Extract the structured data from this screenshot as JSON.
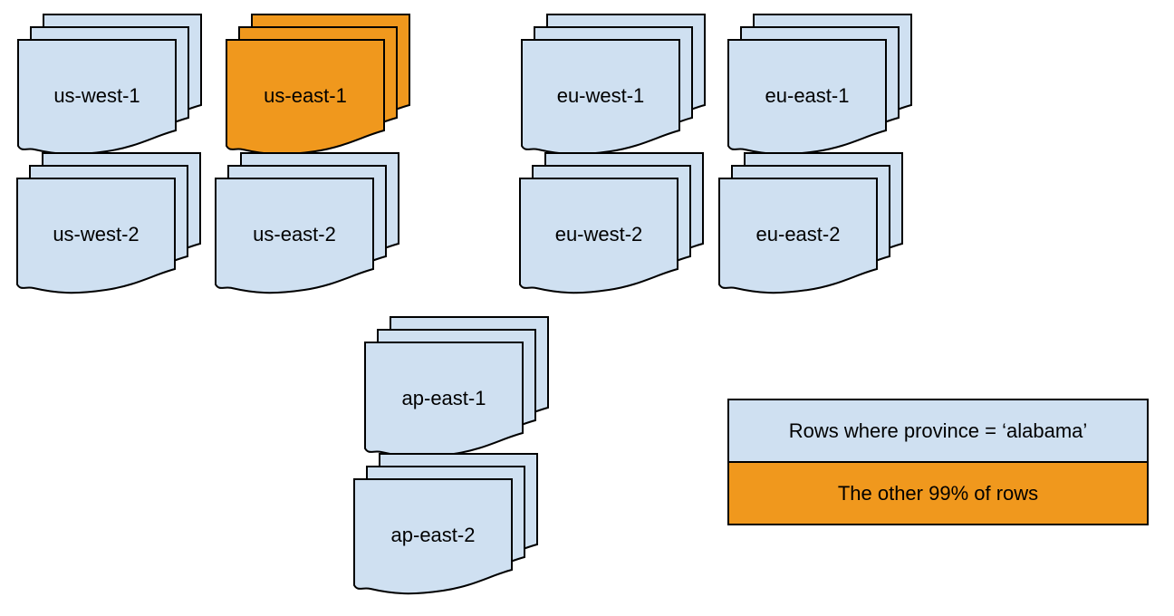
{
  "colors": {
    "region_fill": "#cfe0f1",
    "highlight_fill": "#f0981d",
    "outline": "#000000"
  },
  "stacks": [
    {
      "label": "us-west-1",
      "variant": "blue"
    },
    {
      "label": "us-east-1",
      "variant": "orange"
    },
    {
      "label": "eu-west-1",
      "variant": "blue"
    },
    {
      "label": "eu-east-1",
      "variant": "blue"
    },
    {
      "label": "us-west-2",
      "variant": "blue"
    },
    {
      "label": "us-east-2",
      "variant": "blue"
    },
    {
      "label": "eu-west-2",
      "variant": "blue"
    },
    {
      "label": "eu-east-2",
      "variant": "blue"
    },
    {
      "label": "ap-east-1",
      "variant": "blue"
    },
    {
      "label": "ap-east-2",
      "variant": "blue"
    }
  ],
  "legend": {
    "items": [
      {
        "label": "Rows where province = ‘alabama’",
        "color": "#cfe0f1"
      },
      {
        "label": "The other 99% of rows",
        "color": "#f0981d"
      }
    ]
  }
}
